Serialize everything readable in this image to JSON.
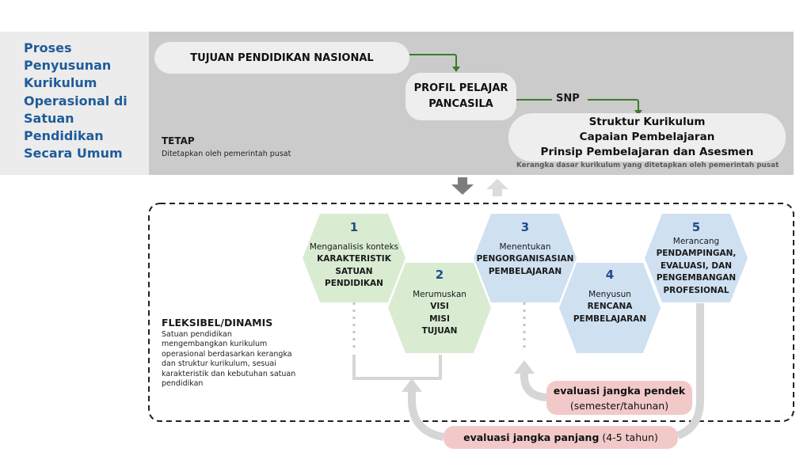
{
  "title": "Proses Penyusunan Kurikulum Operasional di Satuan Pendidikan Secara Umum",
  "fixed": {
    "label": "TETAP",
    "description": "Ditetapkan oleh pemerintah pusat",
    "tujuan": "TUJUAN PENDIDIKAN NASIONAL",
    "profil": "PROFIL PELAJAR\nPANCASILA",
    "snp": "SNP",
    "struktur": "Struktur Kurikulum\nCapaian Pembelajaran\nPrinsip Pembelajaran dan Asesmen",
    "kerangka": "Kerangka dasar kurikulum yang ditetapkan oleh pemerintah pusat"
  },
  "flexible": {
    "label": "FLEKSIBEL/DINAMIS",
    "description": "Satuan pendidikan mengembangkan kurikulum operasional berdasarkan kerangka dan struktur kurikulum, sesuai karakteristik dan kebutuhan satuan pendidikan"
  },
  "steps": [
    {
      "number": "1",
      "lead": "Menganalisis  konteks",
      "bold": "KARAKTERISTIK\nSATUAN\nPENDIDIKAN",
      "color": "#d9ecd2"
    },
    {
      "number": "2",
      "lead": "Merumuskan",
      "bold": "VISI\nMISI\nTUJUAN",
      "color": "#d9ecd2"
    },
    {
      "number": "3",
      "lead": "Menentukan",
      "bold": "PENGORGANISASIAN\nPEMBELAJARAN",
      "color": "#cfe0f1"
    },
    {
      "number": "4",
      "lead": "Menyusun",
      "bold": "RENCANA\nPEMBELAJARAN",
      "color": "#cfe0f1"
    },
    {
      "number": "5",
      "lead": "Merancang",
      "bold": "PENDAMPINGAN,\nEVALUASI, DAN\nPENGEMBANGAN\nPROFESIONAL",
      "color": "#cfe0f1"
    }
  ],
  "evaluation": {
    "short_label": "evaluasi jangka pendek",
    "short_period": "(semester/tahunan)",
    "long_label": "evaluasi jangka panjang",
    "long_period": "(4-5 tahun)"
  },
  "colors": {
    "title_blue": "#1f5c99",
    "number_blue": "#1f4e88",
    "arrow_green": "#3c7a2b",
    "fixed_bg": "#cbcbcb",
    "eval_pink": "#f2c9c9"
  }
}
